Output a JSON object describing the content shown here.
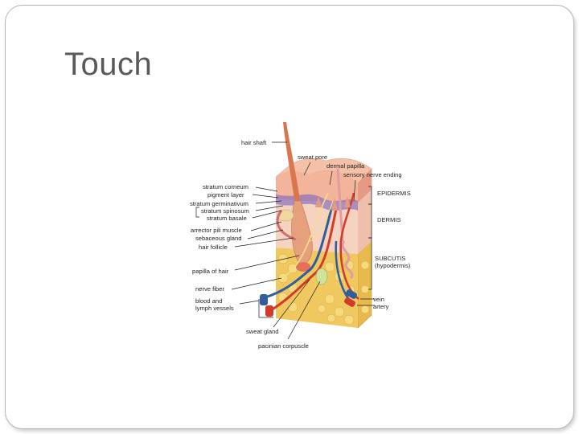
{
  "slide": {
    "title": "Touch"
  },
  "diagram": {
    "labels": {
      "hair_shaft": "hair shaft",
      "sweat_pore": "sweat pore",
      "dermal_papilla": "dermal papilla",
      "sensory_nerve_ending": "sensory nerve ending",
      "stratum_corneum": "stratum corneum",
      "pigment_layer": "pigment layer",
      "stratum_germinativum": "stratum germinativum",
      "stratum_spinosum": "stratum spinosum",
      "stratum_basale": "stratum basale",
      "arrector_pili_muscle": "arrector pili muscle",
      "sebaceous_gland": "sebaceous gland",
      "hair_follicle": "hair follicle",
      "papilla_of_hair": "papilla of hair",
      "nerve_fiber": "nerve fiber",
      "blood_and_lymph_line1": "blood and",
      "blood_and_lymph_line2": "lymph vessels",
      "sweat_gland": "sweat gland",
      "pacinian_corpuscle": "pacinian corpuscle",
      "epidermis": "EPIDERMIS",
      "dermis": "DERMIS",
      "subcutis_line1": "SUBCUTIS",
      "subcutis_line2": "(hypodermis)",
      "vein": "vein",
      "artery": "artery"
    },
    "colors": {
      "epidermis": "#f2b49a",
      "dermis": "#f6d2c0",
      "subcutis": "#f0c860",
      "hair": "#d9764f",
      "vein": "#2f5d9e",
      "artery": "#d23a2a",
      "purple_layer": "#9a7bb5"
    }
  }
}
